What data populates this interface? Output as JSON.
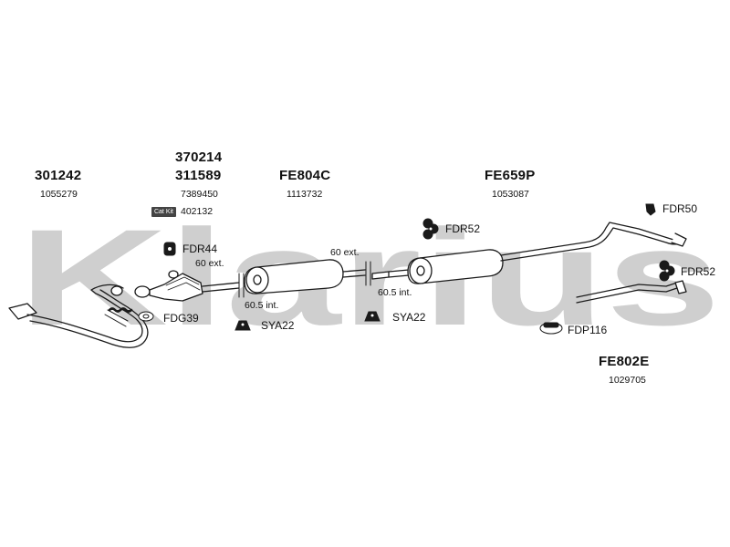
{
  "watermark": "Klarius",
  "groups": [
    {
      "code": "301242",
      "ref": "1055279"
    },
    {
      "code_top": "370214",
      "code": "311589",
      "ref": "7389450",
      "catkit_badge": "Cat Kit",
      "catkit_ref": "402132"
    },
    {
      "code": "FE804C",
      "ref": "1113732"
    },
    {
      "code": "FE659P",
      "ref": "1053087"
    },
    {
      "code": "FE802E",
      "ref": "1029705"
    }
  ],
  "parts": {
    "fdr44": "FDR44",
    "fdg39": "FDG39",
    "sya22_a": "SYA22",
    "sya22_b": "SYA22",
    "fdr52_a": "FDR52",
    "fdr50": "FDR50",
    "fdr52_b": "FDR52",
    "fdp116": "FDP116"
  },
  "dimensions": {
    "ext_1": "60 ext.",
    "int_1": "60.5 int.",
    "ext_2": "60 ext.",
    "int_2": "60.5 int."
  },
  "colors": {
    "watermark": "#c9c9c9",
    "line": "#1a1a1a",
    "fill": "#ffffff",
    "text": "#111111"
  }
}
